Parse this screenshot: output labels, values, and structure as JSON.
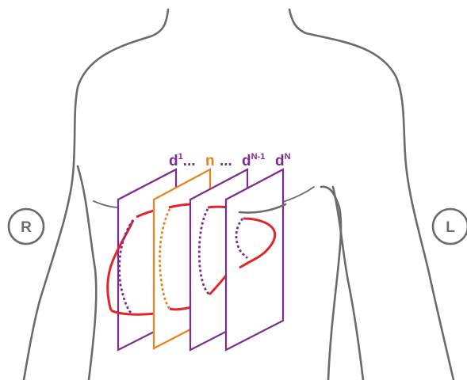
{
  "diagram": {
    "side_labels": {
      "right": "R",
      "left": "L"
    },
    "slice_labels": [
      {
        "id": "d1",
        "base": "d",
        "sup": "1",
        "suffix": "...",
        "color": "#7b2a8e"
      },
      {
        "id": "n",
        "base": "n",
        "sup": "",
        "suffix": "",
        "color": "#e8821e"
      },
      {
        "id": "dots",
        "base": "...",
        "sup": "",
        "suffix": "",
        "color": "#7b2a8e"
      },
      {
        "id": "dN-1",
        "base": "d",
        "sup": "N-1",
        "suffix": "",
        "color": "#7b2a8e"
      },
      {
        "id": "dN",
        "base": "d",
        "sup": "N",
        "suffix": "",
        "color": "#7b2a8e"
      }
    ],
    "colors": {
      "outline": "#6b6b6b",
      "slice_plane": "#7b2a8e",
      "highlight_plane": "#e8821e",
      "organ": "#e0262b",
      "ring": "#6b6b6b"
    }
  }
}
